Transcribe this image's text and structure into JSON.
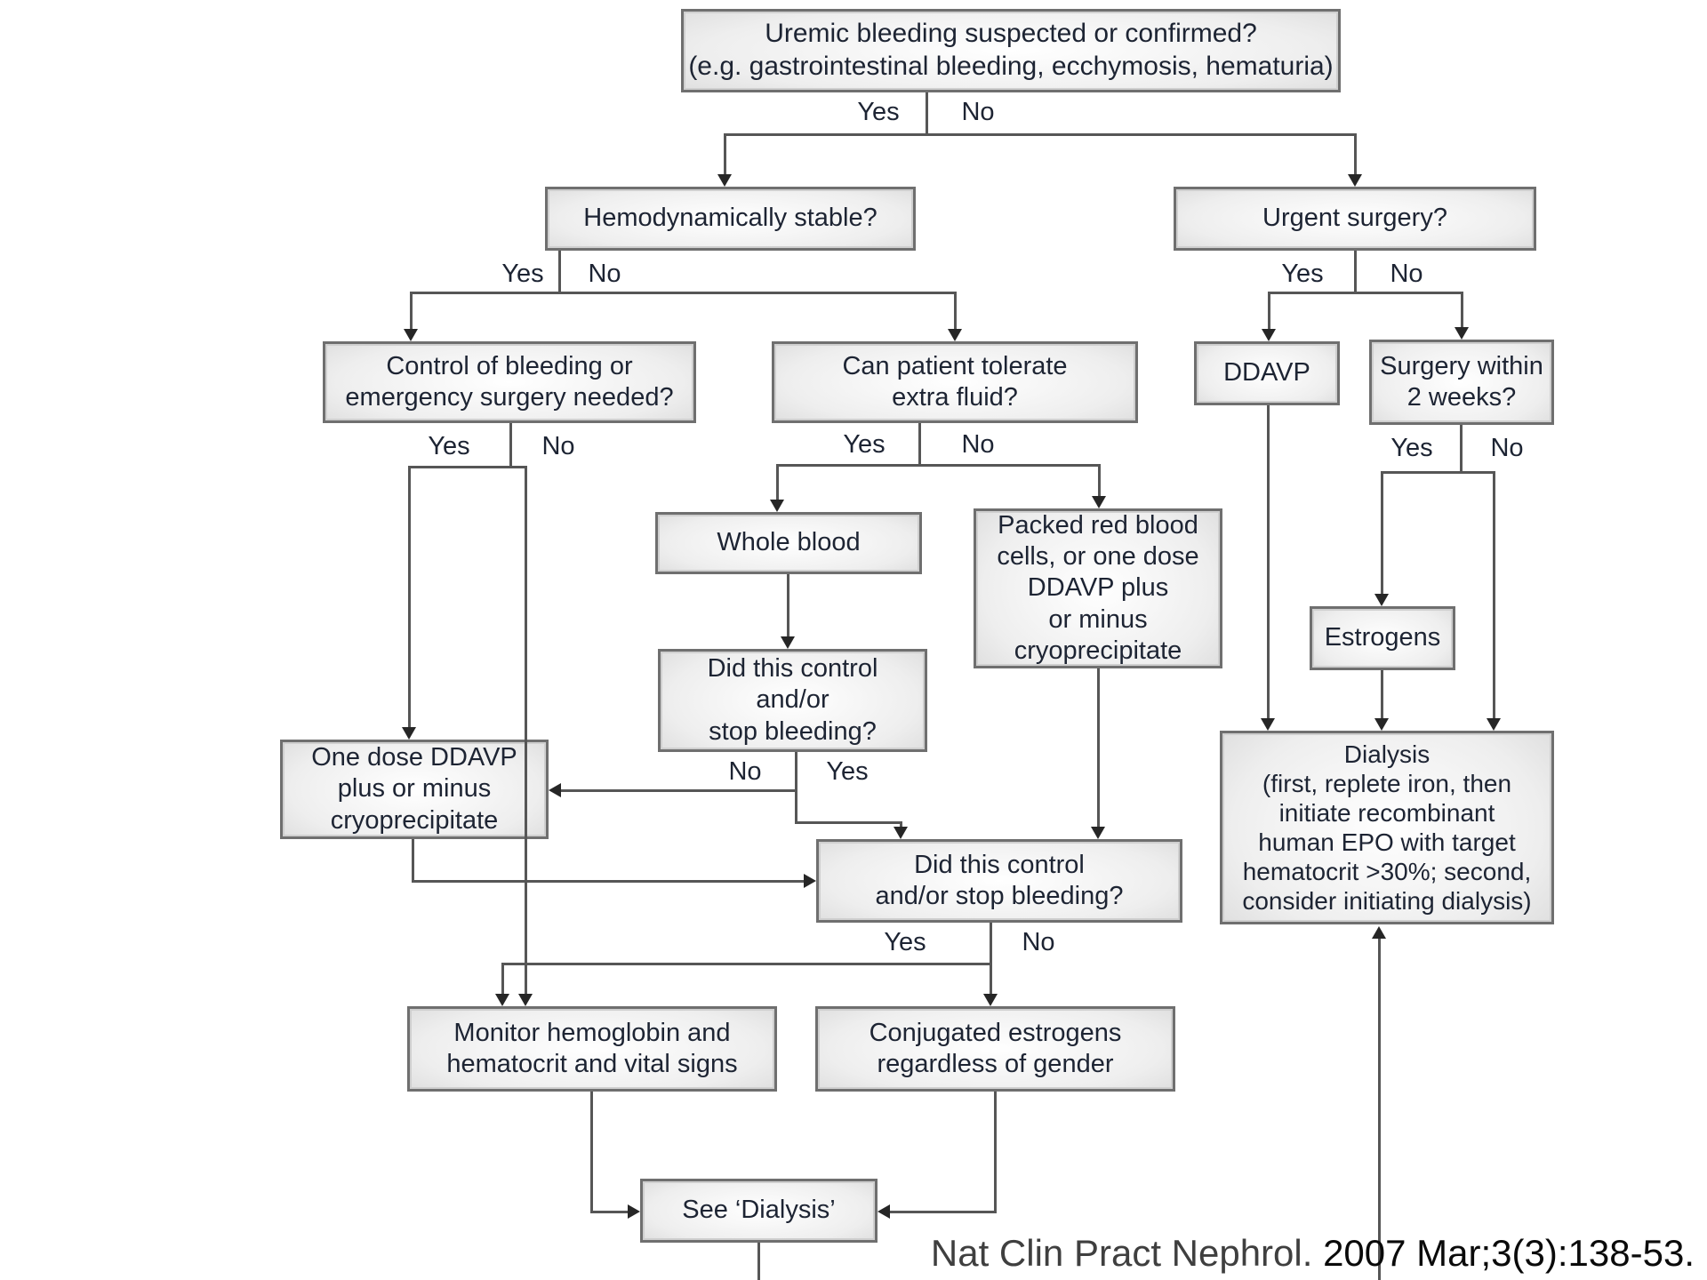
{
  "nodes": {
    "uremic": {
      "text": "Uremic bleeding suspected or confirmed?\n(e.g. gastrointestinal bleeding, ecchymosis, hematuria)"
    },
    "hemo": {
      "text": "Hemodynamically stable?"
    },
    "urgent": {
      "text": "Urgent surgery?"
    },
    "control": {
      "text": "Control of bleeding or\nemergency surgery needed?"
    },
    "can_tolerate": {
      "text": "Can patient tolerate\nextra fluid?"
    },
    "ddavp": {
      "text": "DDAVP"
    },
    "surgery_2wk": {
      "text": "Surgery within\n2 weeks?"
    },
    "whole_blood": {
      "text": "Whole blood"
    },
    "packed_rbc": {
      "text": "Packed red blood\ncells, or one dose\nDDAVP plus\nor minus\ncryoprecipitate"
    },
    "did_control_1": {
      "text": "Did this control\nand/or\nstop bleeding?"
    },
    "estrogens": {
      "text": "Estrogens"
    },
    "one_dose_ddavp": {
      "text": "One dose DDAVP\nplus or minus\ncryoprecipitate"
    },
    "dialysis": {
      "text": "Dialysis\n(first, replete iron, then\ninitiate recombinant\nhuman EPO with target\nhematocrit >30%; second,\nconsider initiating dialysis)"
    },
    "did_control_2": {
      "text": "Did this control\nand/or stop bleeding?"
    },
    "monitor": {
      "text": "Monitor hemoglobin and\nhematocrit and vital signs"
    },
    "conjugated": {
      "text": "Conjugated estrogens\nregardless of gender"
    },
    "see_dialysis": {
      "text": "See ‘Dialysis’"
    }
  },
  "labels": {
    "uremic_yes": "Yes",
    "uremic_no": "No",
    "hemo_yes": "Yes",
    "hemo_no": "No",
    "urgent_yes": "Yes",
    "urgent_no": "No",
    "control_yes": "Yes",
    "control_no": "No",
    "can_yes": "Yes",
    "can_no": "No",
    "surgery_yes": "Yes",
    "surgery_no": "No",
    "did1_no": "No",
    "did1_yes": "Yes",
    "did2_yes": "Yes",
    "did2_no": "No"
  },
  "citation": {
    "journal": "Nat Clin Pract Nephrol. ",
    "ref": "2007 Mar;3(3):138-53."
  },
  "colors": {
    "box_border": "#6f6f6f",
    "box_fill_edge": "#cbcbcb",
    "box_fill_center": "#ffffff",
    "line": "#565656",
    "arrow": "#262626",
    "text": "#1d2433"
  }
}
